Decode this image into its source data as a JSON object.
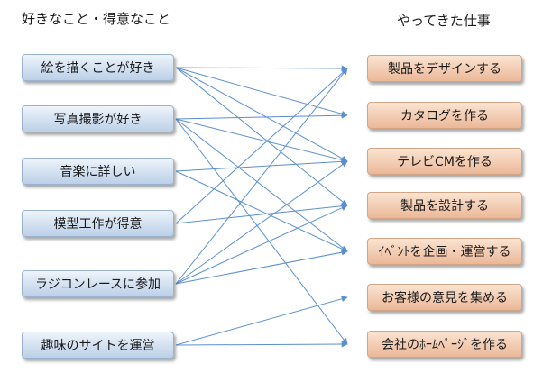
{
  "headings": {
    "left": "好きなこと・得意なこと",
    "right": "やってきた仕事"
  },
  "likes": [
    "絵を描くことが好き",
    "写真撮影が好き",
    "音楽に詳しい",
    "模型工作が得意",
    "ラジコンレースに参加",
    "趣味のサイトを運営"
  ],
  "jobs": [
    "製品をデザインする",
    "カタログを作る",
    "テレビCMを作る",
    "製品を設計する",
    "ｲﾍﾞﾝﾄを企画・運営する",
    "お客様の意見を集める",
    "会社のﾎｰﾑﾍﾟｰｼﾞを作る"
  ],
  "links": [
    [
      0,
      0
    ],
    [
      0,
      1
    ],
    [
      0,
      2
    ],
    [
      0,
      3
    ],
    [
      1,
      1
    ],
    [
      1,
      2
    ],
    [
      1,
      4
    ],
    [
      1,
      6
    ],
    [
      2,
      2
    ],
    [
      2,
      4
    ],
    [
      3,
      0
    ],
    [
      3,
      3
    ],
    [
      4,
      0
    ],
    [
      4,
      2
    ],
    [
      4,
      3
    ],
    [
      4,
      4
    ],
    [
      5,
      5
    ],
    [
      5,
      6
    ]
  ],
  "colors": {
    "arrow": "#5b8fcf"
  }
}
